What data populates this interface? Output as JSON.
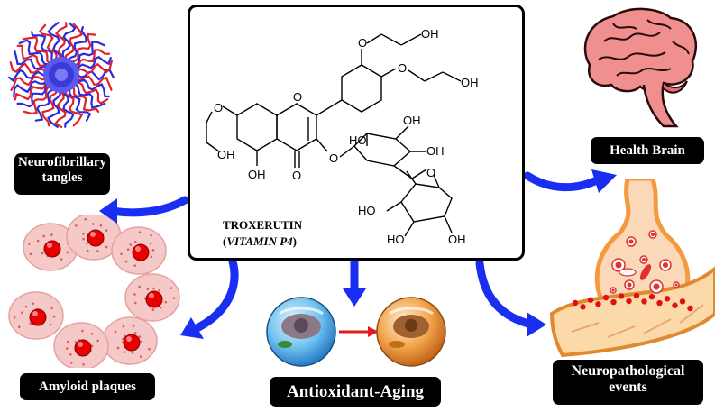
{
  "center": {
    "compound_name": "TROXERUTIN",
    "compound_alias": "VITAMIN P4",
    "atoms": {
      "oh": "OH",
      "ho": "HO",
      "o": "O"
    }
  },
  "labels": {
    "neurofibrillary_line1": "Neurofibrillary",
    "neurofibrillary_line2": "tangles",
    "health_brain": "Health Brain",
    "amyloid": "Amyloid plaques",
    "antioxidant": "Antioxidant-Aging",
    "neuro_line1": "Neuropathological",
    "neuro_line2": "events"
  },
  "colors": {
    "arrow_blue": "#1a2ef2",
    "red_arrow": "#e31b1b",
    "brain": "#f08f8f",
    "plaque_pink": "#f6c9c9",
    "plaque_core": "#e60000",
    "synapse_orange": "#f39a3c"
  },
  "icons": [
    "neurofibrillary-tangle-icon",
    "brain-icon",
    "amyloid-plaque-icon",
    "young-cell-icon",
    "aged-cell-icon",
    "synapse-icon"
  ]
}
